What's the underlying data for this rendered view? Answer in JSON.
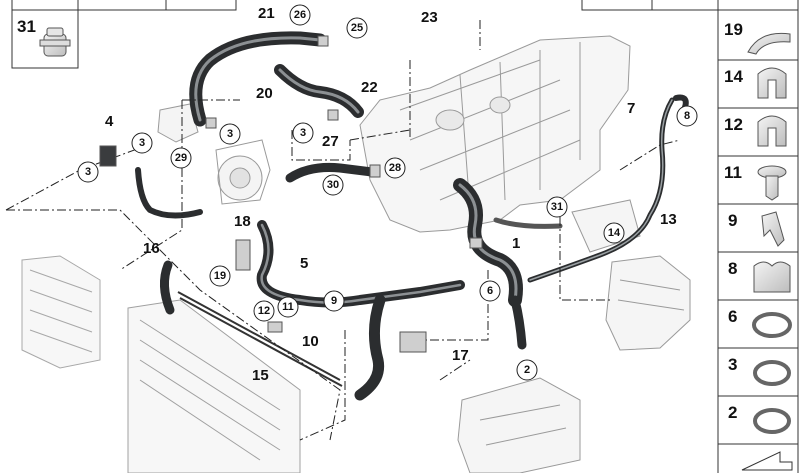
{
  "diagram": {
    "callouts": [
      {
        "id": "c21",
        "text": "21"
      },
      {
        "id": "c23",
        "text": "23"
      },
      {
        "id": "c22",
        "text": "22"
      },
      {
        "id": "c20",
        "text": "20"
      },
      {
        "id": "c4",
        "text": "4"
      },
      {
        "id": "c27",
        "text": "27"
      },
      {
        "id": "c7",
        "text": "7"
      },
      {
        "id": "c18",
        "text": "18"
      },
      {
        "id": "c16",
        "text": "16"
      },
      {
        "id": "c1",
        "text": "1"
      },
      {
        "id": "c13",
        "text": "13"
      },
      {
        "id": "c5",
        "text": "5"
      },
      {
        "id": "c10",
        "text": "10"
      },
      {
        "id": "c17",
        "text": "17"
      },
      {
        "id": "c15",
        "text": "15"
      }
    ],
    "circled_callouts": [
      {
        "id": "o26",
        "text": "26"
      },
      {
        "id": "o25",
        "text": "25"
      },
      {
        "id": "o3a",
        "text": "3"
      },
      {
        "id": "o3b",
        "text": "3"
      },
      {
        "id": "o3c",
        "text": "3"
      },
      {
        "id": "o3d",
        "text": "3"
      },
      {
        "id": "o29",
        "text": "29"
      },
      {
        "id": "o30",
        "text": "30"
      },
      {
        "id": "o28",
        "text": "28"
      },
      {
        "id": "o8",
        "text": "8"
      },
      {
        "id": "o31",
        "text": "31"
      },
      {
        "id": "o14",
        "text": "14"
      },
      {
        "id": "o19",
        "text": "19"
      },
      {
        "id": "o12",
        "text": "12"
      },
      {
        "id": "o11",
        "text": "11"
      },
      {
        "id": "o9",
        "text": "9"
      },
      {
        "id": "o6",
        "text": "6"
      },
      {
        "id": "o2",
        "text": "2"
      }
    ],
    "side_panel": [
      {
        "id": "p19",
        "text": "19",
        "icon": "hose-clip-icon"
      },
      {
        "id": "p14",
        "text": "14",
        "icon": "clip-icon"
      },
      {
        "id": "p12",
        "text": "12",
        "icon": "clip-icon"
      },
      {
        "id": "p11",
        "text": "11",
        "icon": "expanding-rivet-icon"
      },
      {
        "id": "p9",
        "text": "9",
        "icon": "bracket-icon"
      },
      {
        "id": "p8",
        "text": "8",
        "icon": "double-clip-icon"
      },
      {
        "id": "p6",
        "text": "6",
        "icon": "hose-clamp-icon"
      },
      {
        "id": "p3",
        "text": "3",
        "icon": "spring-band-clamp-icon"
      },
      {
        "id": "p2",
        "text": "2",
        "icon": "spring-band-clamp-icon"
      }
    ],
    "top_left_panel": {
      "text": "31",
      "icon": "quick-connector-icon"
    }
  }
}
